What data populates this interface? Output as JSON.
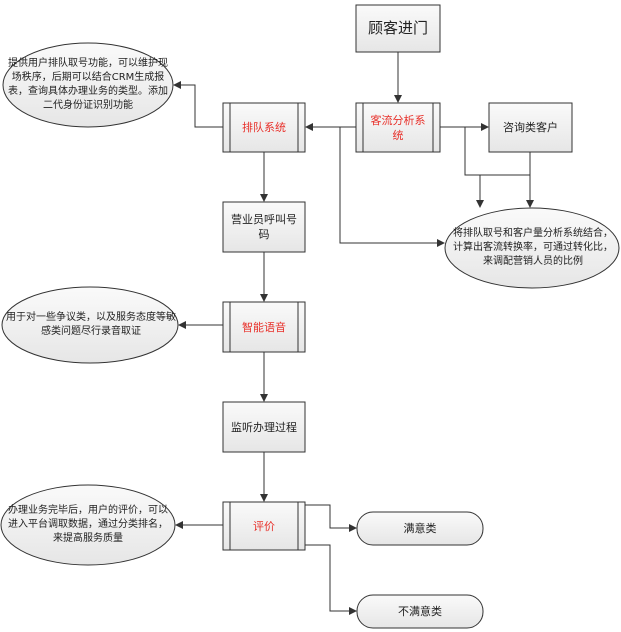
{
  "nodes": {
    "customer_enter": "顾客进门",
    "flow_analysis": "客流分析系统",
    "consult_customer": "咨询类客户",
    "queue_system": "排队系统",
    "staff_call": "营业员呼叫号码",
    "smart_voice": "智能语音",
    "monitor_process": "监听办理过程",
    "evaluation": "评价",
    "satisfied": "满意类",
    "unsatisfied": "不满意类"
  },
  "notes": {
    "queue_note": "提供用户排队取号功能，可以维护现场秩序，后期可以结合CRM生成报表，查询具体办理业务的类型。添加二代身份证识别功能",
    "analysis_note": "将排队取号和客户量分析系统结合，计算出客流转换率，可通过转化比，来调配营销人员的比例",
    "voice_note": "用于对一些争议类，以及服务态度等敏感类问题尽行录音取证",
    "evaluation_note": "办理业务完毕后，用户的评价，可以进入平台调取数据，通过分类排名，来提高服务质量"
  },
  "colors": {
    "highlight_text": "#e8302a",
    "box_fill": "#f0f0f0",
    "line": "#333333"
  }
}
